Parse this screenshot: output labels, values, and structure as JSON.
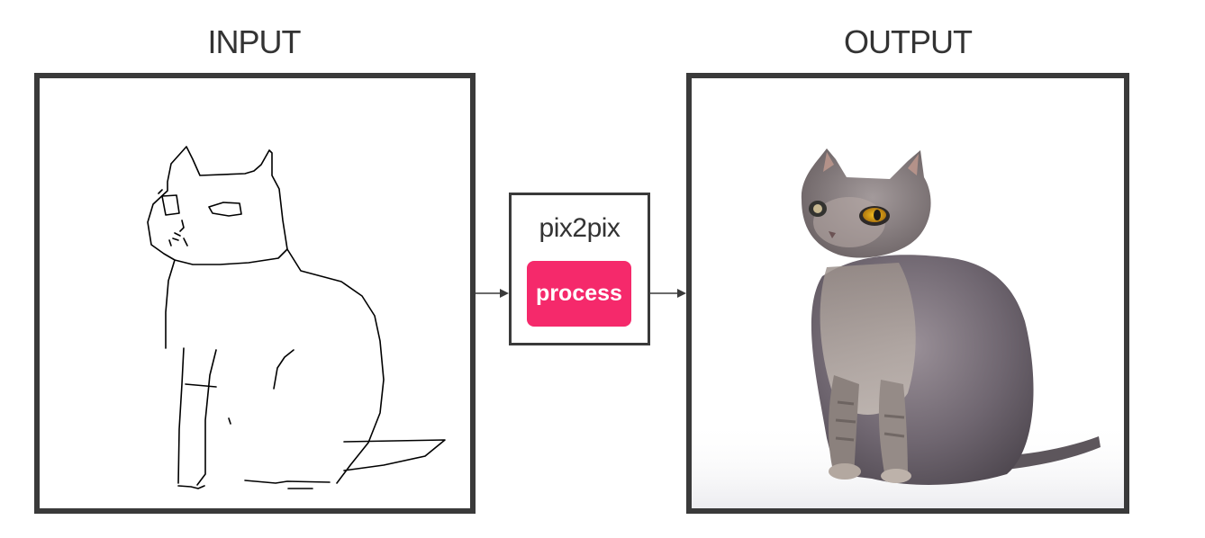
{
  "input": {
    "title": "INPUT"
  },
  "output": {
    "title": "OUTPUT"
  },
  "model": {
    "name": "pix2pix",
    "button_label": "process"
  },
  "colors": {
    "accent": "#f5296b",
    "frame": "#3a3a3a",
    "text": "#333333",
    "background": "#ffffff"
  }
}
